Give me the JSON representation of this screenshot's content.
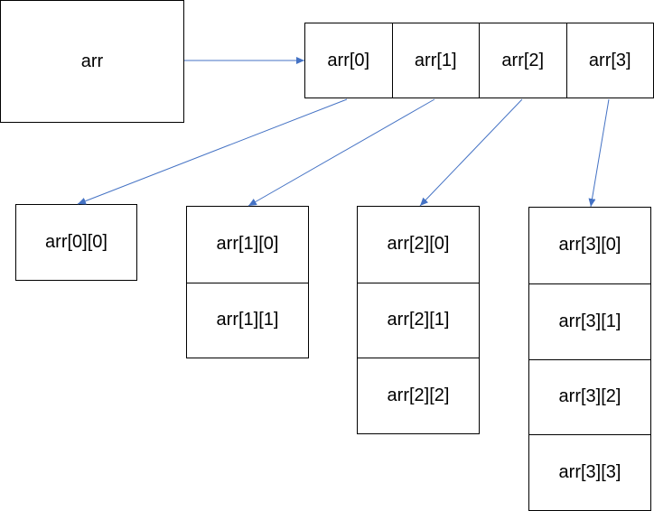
{
  "root": {
    "label": "arr"
  },
  "row_array": {
    "cells": [
      "arr[0]",
      "arr[1]",
      "arr[2]",
      "arr[3]"
    ]
  },
  "sub_arrays": [
    {
      "cells": [
        "arr[0][0]"
      ]
    },
    {
      "cells": [
        "arr[1][0]",
        "arr[1][1]"
      ]
    },
    {
      "cells": [
        "arr[2][0]",
        "arr[2][1]",
        "arr[2][2]"
      ]
    },
    {
      "cells": [
        "arr[3][0]",
        "arr[3][1]",
        "arr[3][2]",
        "arr[3][3]"
      ]
    }
  ],
  "colors": {
    "arrow": "#4472C4",
    "border": "#000000"
  }
}
